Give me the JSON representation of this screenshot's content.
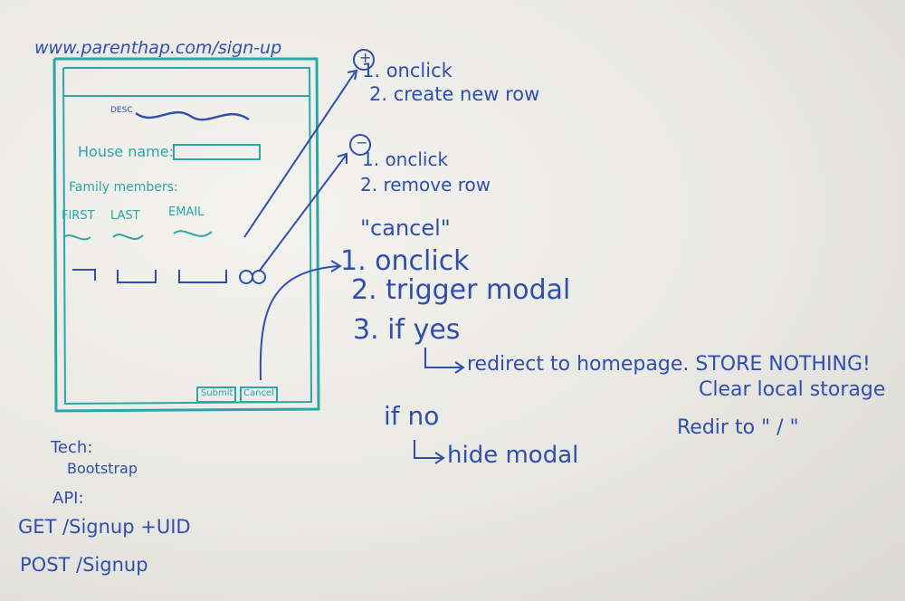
{
  "wireframe": {
    "url": "www.parenthap.com/sign-up",
    "logo_label": "DESC",
    "house_name_label": "House name:",
    "family_members_label": "Family members:",
    "col_first": "FIRST",
    "col_last": "LAST",
    "col_email": "EMAIL",
    "submit_label": "Submit",
    "cancel_label": "Cancel"
  },
  "notes": {
    "plus_symbol": "+",
    "plus_1": "1. onclick",
    "plus_2": "2. create new row",
    "minus_symbol": "−",
    "minus_1": "1. onclick",
    "minus_2": "2. remove row",
    "cancel_title": "\"cancel\"",
    "cancel_1": "1. onclick",
    "cancel_2": "2. trigger modal",
    "cancel_3": "3. if yes",
    "if_yes": "redirect to homepage. STORE NOTHING!",
    "clear_storage": "Clear local storage",
    "redir": "Redir to \" / \"",
    "if_no": "if no",
    "if_no_action": "hide modal"
  },
  "tech": {
    "title": "Tech:",
    "stack": "Bootstrap",
    "api_title": "API:",
    "get_line": "GET /Signup +UID",
    "post_line": "POST /Signup"
  },
  "colors": {
    "ink_blue": "#2f4fb0",
    "ink_teal": "#2aa7a7"
  }
}
